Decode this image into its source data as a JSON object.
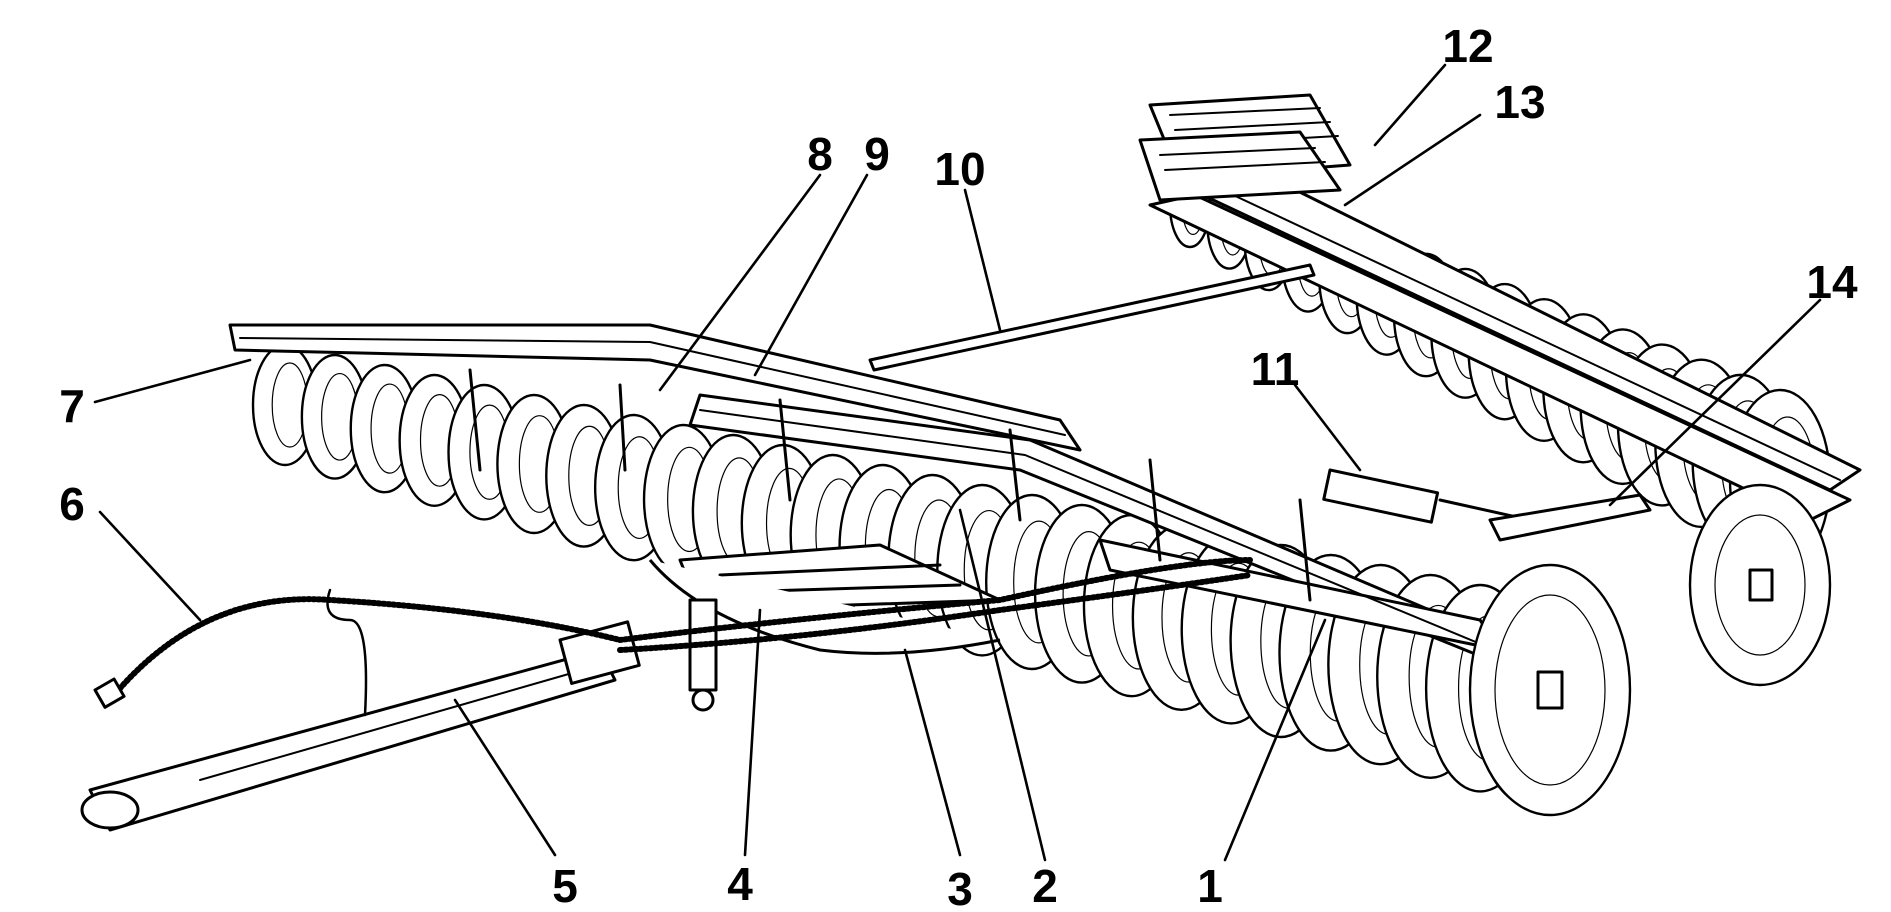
{
  "figure": {
    "callouts": [
      {
        "id": "1",
        "label": "1"
      },
      {
        "id": "2",
        "label": "2"
      },
      {
        "id": "3",
        "label": "3"
      },
      {
        "id": "4",
        "label": "4"
      },
      {
        "id": "5",
        "label": "5"
      },
      {
        "id": "6",
        "label": "6"
      },
      {
        "id": "7",
        "label": "7"
      },
      {
        "id": "8",
        "label": "8"
      },
      {
        "id": "9",
        "label": "9"
      },
      {
        "id": "10",
        "label": "10"
      },
      {
        "id": "11",
        "label": "11"
      },
      {
        "id": "12",
        "label": "12"
      },
      {
        "id": "13",
        "label": "13"
      },
      {
        "id": "14",
        "label": "14"
      }
    ],
    "colors": {
      "ink": "#000000",
      "paper": "#ffffff"
    }
  }
}
